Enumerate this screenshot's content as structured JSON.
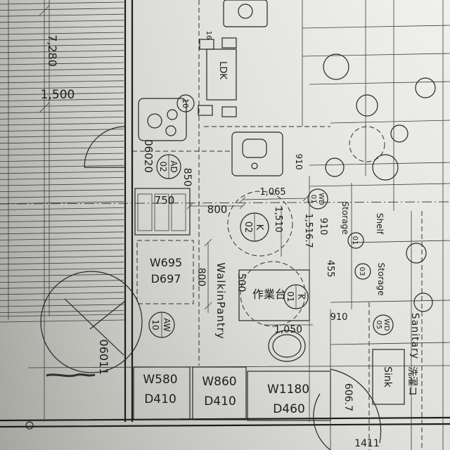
{
  "drawing": {
    "deck": {
      "length_dim": "7,280",
      "width_dim": "1,500",
      "door_code": "06011"
    },
    "ldk": {
      "room_label": "LDK",
      "room_number": "16",
      "tag_10": "10",
      "sink_dim": "910"
    },
    "kitchen": {
      "door_code": "06020",
      "appliance_tag": {
        "code": "AD",
        "num": "02"
      },
      "dim_850": "850",
      "dim_750": "750",
      "dim_800": "800"
    },
    "pantry": {
      "name": "WalkinPantry",
      "width": "W695",
      "depth": "D697",
      "dim_800": "800",
      "tag": {
        "code": "AW",
        "num": "10"
      }
    },
    "island": {
      "name": "作業台",
      "dim_500": "500",
      "dim_1065": "1,065",
      "dim_1510": "1,510",
      "dim_1050": "1,050",
      "tag_upper": {
        "code": "K",
        "num": "02"
      },
      "tag_lower": {
        "code": "K",
        "num": "01"
      }
    },
    "cabinets": [
      {
        "width": "W580",
        "depth": "D410"
      },
      {
        "width": "W860",
        "depth": "D410"
      },
      {
        "width": "W1180",
        "depth": "D460"
      }
    ],
    "storage": {
      "dim_910": "910",
      "dim_15167": "1,516.7",
      "dim_455": "455",
      "wd_tag": {
        "code": "WD",
        "num": "01"
      },
      "storage_a": "Storage",
      "storage_a_num": "01",
      "shelf": "Shelf",
      "storage_b": "Storage",
      "storage_b_num": "03"
    },
    "sanitary": {
      "label": "Sanitary",
      "dim_910": "910",
      "wd_tag": {
        "code": "WD",
        "num": "05"
      },
      "sink": "Sink",
      "laundry": "洗濯コ",
      "dim_6067": "606.7",
      "dim_1411": "1411"
    }
  }
}
